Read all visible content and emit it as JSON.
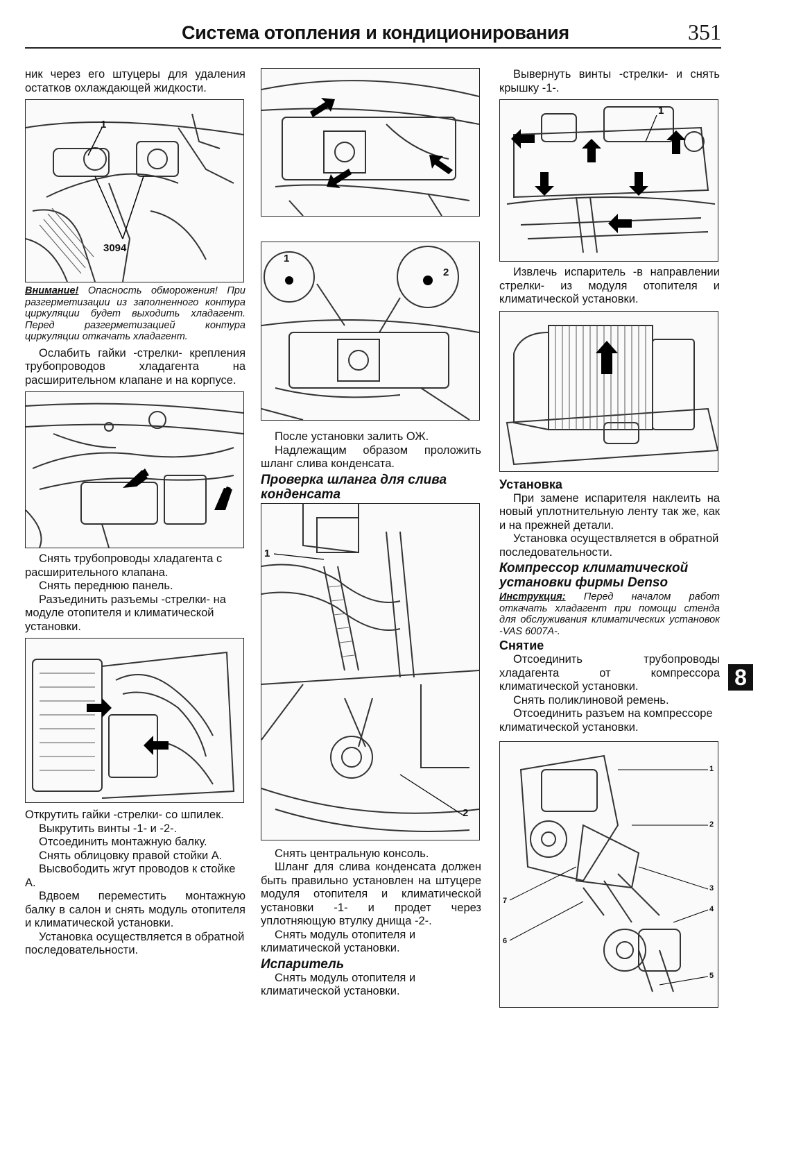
{
  "header": {
    "title": "Система отопления и кондиционирования",
    "page_number": "351"
  },
  "col1": {
    "p_intro": "ник через его штуцеры для удаления остатков охлаждающей жидкости.",
    "fig1": {
      "label_1": "1",
      "label_3094": "3094"
    },
    "warning_bold": "Внимание!",
    "warning_text": " Опасность обморожения! При разгерметизации из заполненного контура циркуляции будет выходить хладагент. Перед разгерметизацией контура циркуляции откачать хладагент.",
    "p_loosen": "Ослабить гайки -стрелки- крепления трубопроводов хладагента на расширительном клапане и на корпусе.",
    "p_remove_lines": "Снять трубопроводы хладагента с расширительного клапана.",
    "p_remove_panel": "Снять переднюю панель.",
    "p_disconnect": "Разъединить разъемы -стрелки- на модуле отопителя и климатической установки.",
    "p_unscrew_nuts": "Открутить гайки -стрелки- со шпилек.",
    "p_screws": "Выкрутить винты -1- и -2-.",
    "p_beam": "Отсоединить монтажную балку.",
    "p_trim": "Снять облицовку правой стойки А.",
    "p_harness": "Высвободить жгут проводов к стойке А.",
    "p_move": "Вдвоем переместить монтажную балку в салон и снять модуль отопителя и климатической установки.",
    "p_reverse": "Установка осуществляется в обратной последовательности."
  },
  "col2": {
    "fig5": {
      "label_1": "1",
      "label_2": "2"
    },
    "p_fill": "После установки залить ОЖ.",
    "p_route": "Надлежащим образом проложить шланг слива конденсата.",
    "h_check": "Проверка шланга для слива конденсата",
    "fig6": {
      "label_1": "1",
      "label_2": "2"
    },
    "p_console": "Снять центральную консоль.",
    "p_hose": "Шланг для слива конденсата должен быть правильно установлен на штуцере модуля отопителя и климатической установки -1- и продет через уплотняющую втулку днища -2-.",
    "p_remove_module": "Снять модуль отопителя и климатической установки.",
    "h_evap": "Испаритель",
    "p_evap": "Снять модуль отопителя и климатической установки."
  },
  "col3": {
    "p_cover": "Вывернуть винты -стрелки- и снять крышку -1-.",
    "fig7": {
      "label_1": "1"
    },
    "p_extract": "Извлечь испаритель -в направлении стрелки- из модуля отопителя и климатической установки.",
    "h_install": "Установка",
    "p_tape": "При замене испарителя наклеить на новый уплотнительную ленту так же, как и на прежней детали.",
    "p_reverse": "Установка осуществляется в обратной последовательности.",
    "h_compressor": "Компрессор климатической установки фирмы Denso",
    "instr_bold": "Инструкция:",
    "instr_text": " Перед началом работ откачать хладагент при помощи стенда для обслуживания климатических установок -VAS 6007A-.",
    "h_removal": "Снятие",
    "p_lines": "Отсоединить трубопроводы хладагента от компрессора климатической установки.",
    "p_belt": "Снять поликлиновой ремень.",
    "p_connector": "Отсоединить разъем на компрессоре климатической установки.",
    "fig9": {
      "labels": [
        "1",
        "2",
        "3",
        "4",
        "5",
        "6",
        "7"
      ]
    }
  },
  "chapter_tab": "8"
}
